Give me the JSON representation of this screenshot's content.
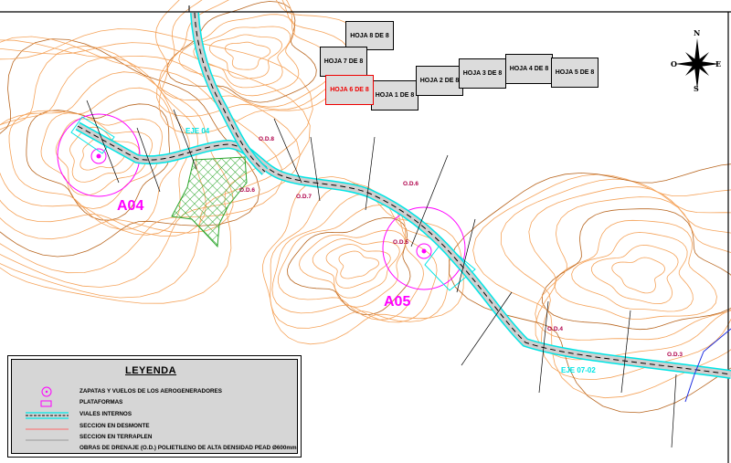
{
  "sheet_index": {
    "sheets": [
      {
        "label": "HOJA 8 DE 8",
        "active": false
      },
      {
        "label": "HOJA 7 DE 8",
        "active": false
      },
      {
        "label": "HOJA 6 DE 8",
        "active": true
      },
      {
        "label": "HOJA 1 DE 8",
        "active": false
      },
      {
        "label": "HOJA 2 DE 8",
        "active": false
      },
      {
        "label": "HOJA 3 DE 8",
        "active": false
      },
      {
        "label": "HOJA 4 DE 8",
        "active": false
      },
      {
        "label": "HOJA 5 DE 8",
        "active": false
      }
    ]
  },
  "compass": {
    "north": "N",
    "east": "E",
    "south": "S",
    "west": "O"
  },
  "turbines": [
    {
      "label": "A04"
    },
    {
      "label": "A05"
    }
  ],
  "axes": [
    {
      "label": "EJE 04"
    },
    {
      "label": "EJE 07-02"
    }
  ],
  "drainage": [
    "O.D.8",
    "O.D.6",
    "O.D.7",
    "O.D.6",
    "O.D.5",
    "O.D.4",
    "O.D.3"
  ],
  "legend": {
    "title": "LEYENDA",
    "items": [
      "ZAPATAS Y VUELOS DE LOS AEROGENERADORES",
      "PLATAFORMAS",
      "VIALES INTERNOS",
      "SECCION EN DESMONTE",
      "SECCION EN TERRAPLEN",
      "OBRAS DE DRENAJE (O.D.) POLIETILENO DE ALTA DENSIDAD PEAD Ø600mm"
    ]
  },
  "colors": {
    "contour": "#f5a35a",
    "contour_major": "#b8651e",
    "road": "#00e5e5",
    "turbine": "#ff00ff",
    "drainage": "#b0004a",
    "hatch": "#2aa52a"
  }
}
